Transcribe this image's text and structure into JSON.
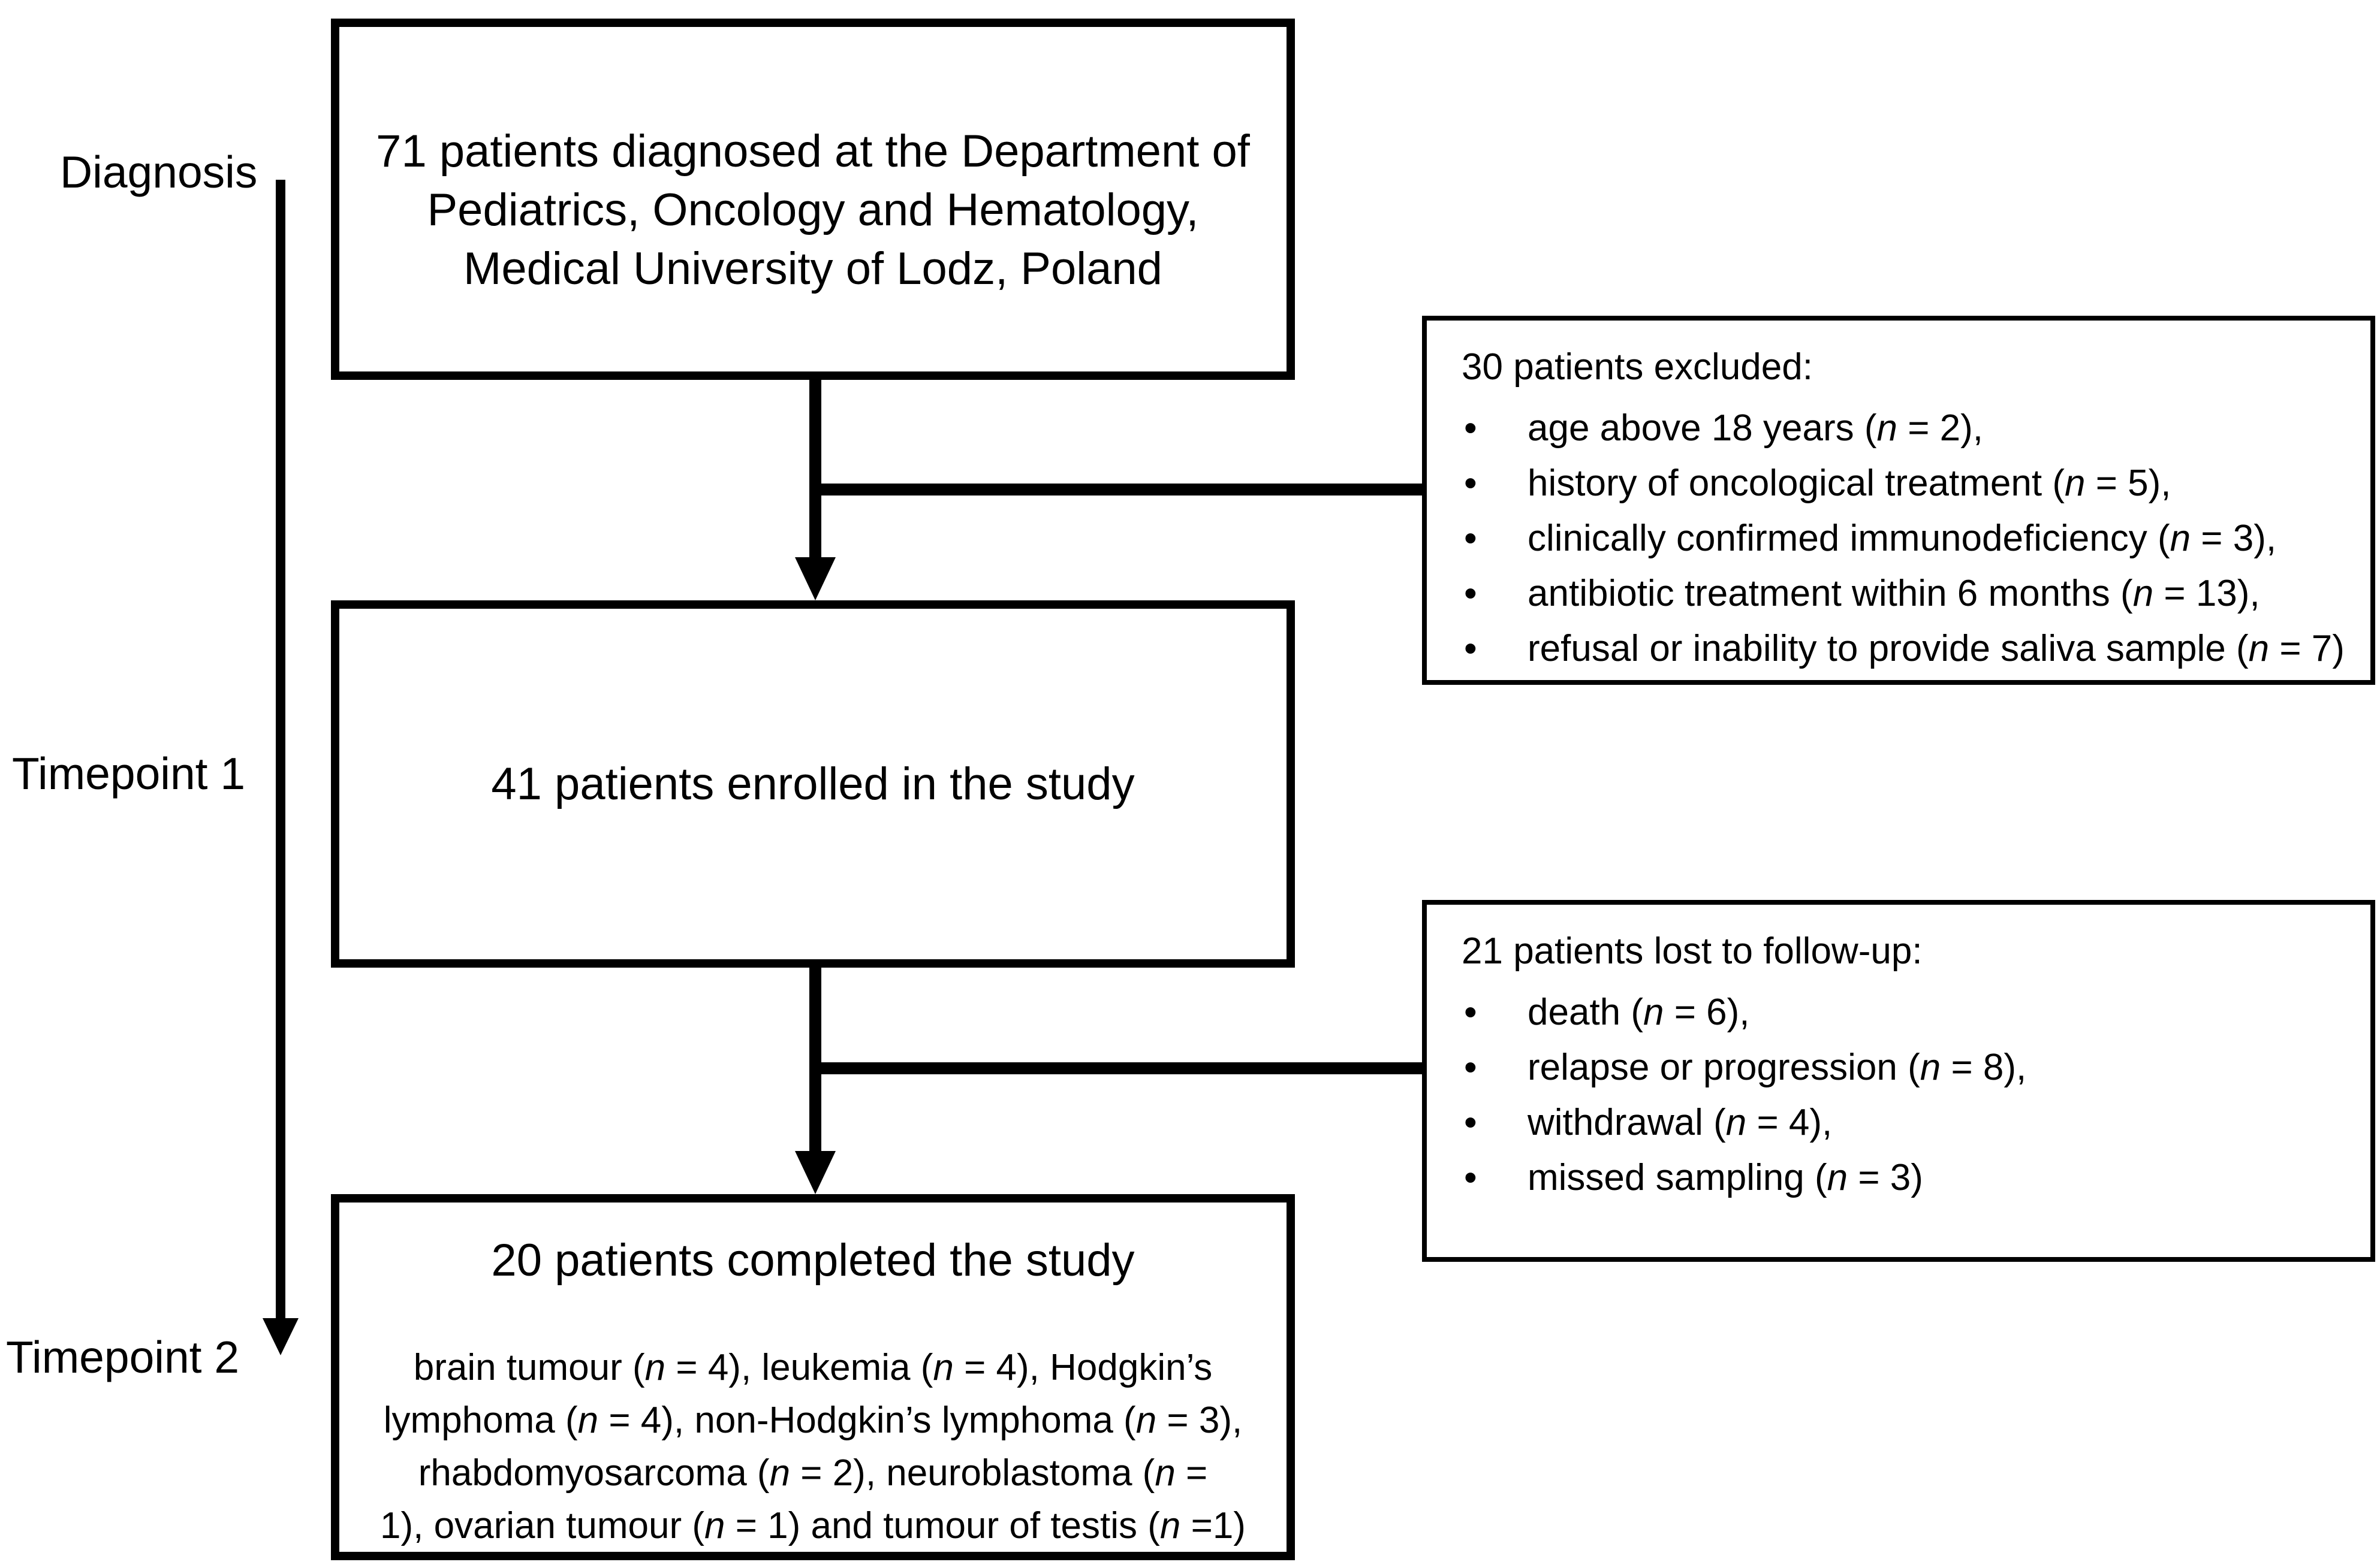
{
  "figure": {
    "type": "patient-flow-diagram"
  },
  "colors": {
    "ink": "#000000",
    "background": "#ffffff"
  },
  "glyphs": {
    "bullet": "•"
  },
  "timeline": {
    "labels": [
      {
        "text": "Diagnosis"
      },
      {
        "text": "Timepoint 1"
      },
      {
        "text": "Timepoint 2"
      }
    ]
  },
  "boxes": {
    "diagnosed": {
      "lines": [
        "71 patients diagnosed at the Department of",
        "Pediatrics, Oncology and Hematology,",
        "Medical University of Lodz, Poland"
      ]
    },
    "excluded": {
      "header": "30 patients excluded:",
      "items": [
        "age above 18 years (*n* = 2),",
        "history of oncological treatment (*n* = 5),",
        "clinically confirmed immunodeficiency (*n* = 3),",
        "antibiotic treatment within 6 months (*n* = 13),",
        "refusal or inability to provide saliva sample (*n* = 7)"
      ]
    },
    "enrolled": {
      "text": "41 patients enrolled in the study"
    },
    "lost": {
      "header": "21 patients lost to follow-up:",
      "items": [
        "death (*n* = 6),",
        "relapse or progression (*n* = 8),",
        "withdrawal (*n* = 4),",
        "missed sampling (*n* = 3)"
      ]
    },
    "completed": {
      "title": "20 patients completed the study",
      "detail_lines": [
        "brain tumour (*n* = 4), leukemia (*n* = 4), Hodgkin’s",
        "lymphoma (*n* = 4), non-Hodgkin’s lymphoma (*n* = 3),",
        "rhabdomyosarcoma (*n* = 2), neuroblastoma (*n* =",
        "1), ovarian tumour (*n* = 1) and tumour of testis (*n* =1)"
      ]
    }
  }
}
